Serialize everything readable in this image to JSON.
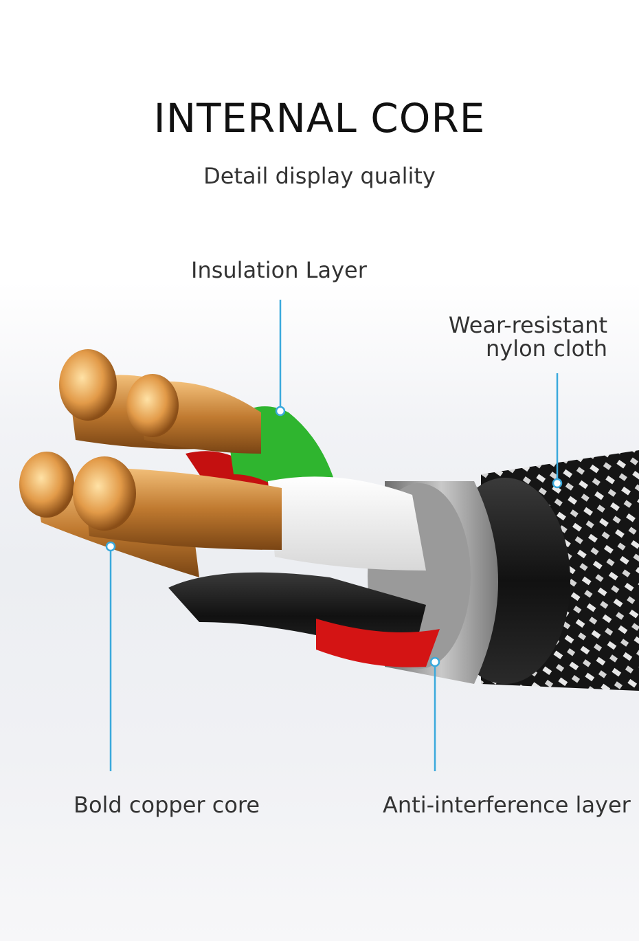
{
  "heading": {
    "title": "INTERNAL CORE",
    "subtitle": "Detail display quality"
  },
  "callouts": {
    "insulation_layer": "Insulation Layer",
    "wear_resistant_line1": "Wear-resistant",
    "wear_resistant_line2": "nylon cloth",
    "bold_copper_core": "Bold copper core",
    "anti_interference_layer": "Anti-interference layer"
  },
  "colors": {
    "callout_line": "#3aa9dc",
    "copper": "#c98a3a",
    "insulation_green": "#2fb52f",
    "insulation_red": "#d41414",
    "insulation_white": "#f4f4f4",
    "shield_black": "#1a1a1a",
    "foil_gray": "#a7a7a7"
  }
}
